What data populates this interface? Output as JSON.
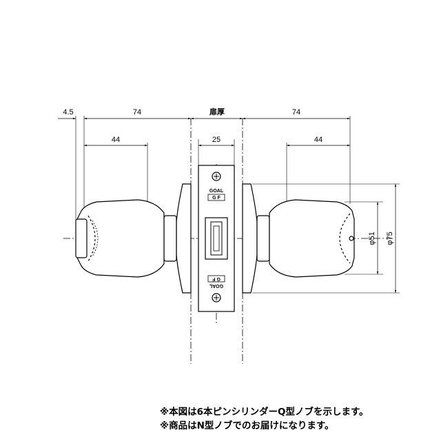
{
  "dimensions": {
    "rose_gap": "4.5",
    "left_length": "74",
    "door_thickness": "扉厚",
    "right_length": "74",
    "left_knob_depth": "44",
    "faceplate_width": "25",
    "right_knob_depth": "44",
    "knob_diameter": "φ51",
    "rose_diameter": "φ75"
  },
  "latch_marks": {
    "upper_brand": "GOAL",
    "upper_code": "G F",
    "lower_code": "G F",
    "lower_brand": "GOAL"
  },
  "notes": {
    "line1": "※本図は6本ピンシリンダーQ型ノブを示します。",
    "line2": "※商品はN型ノブでのお届けになります。"
  }
}
